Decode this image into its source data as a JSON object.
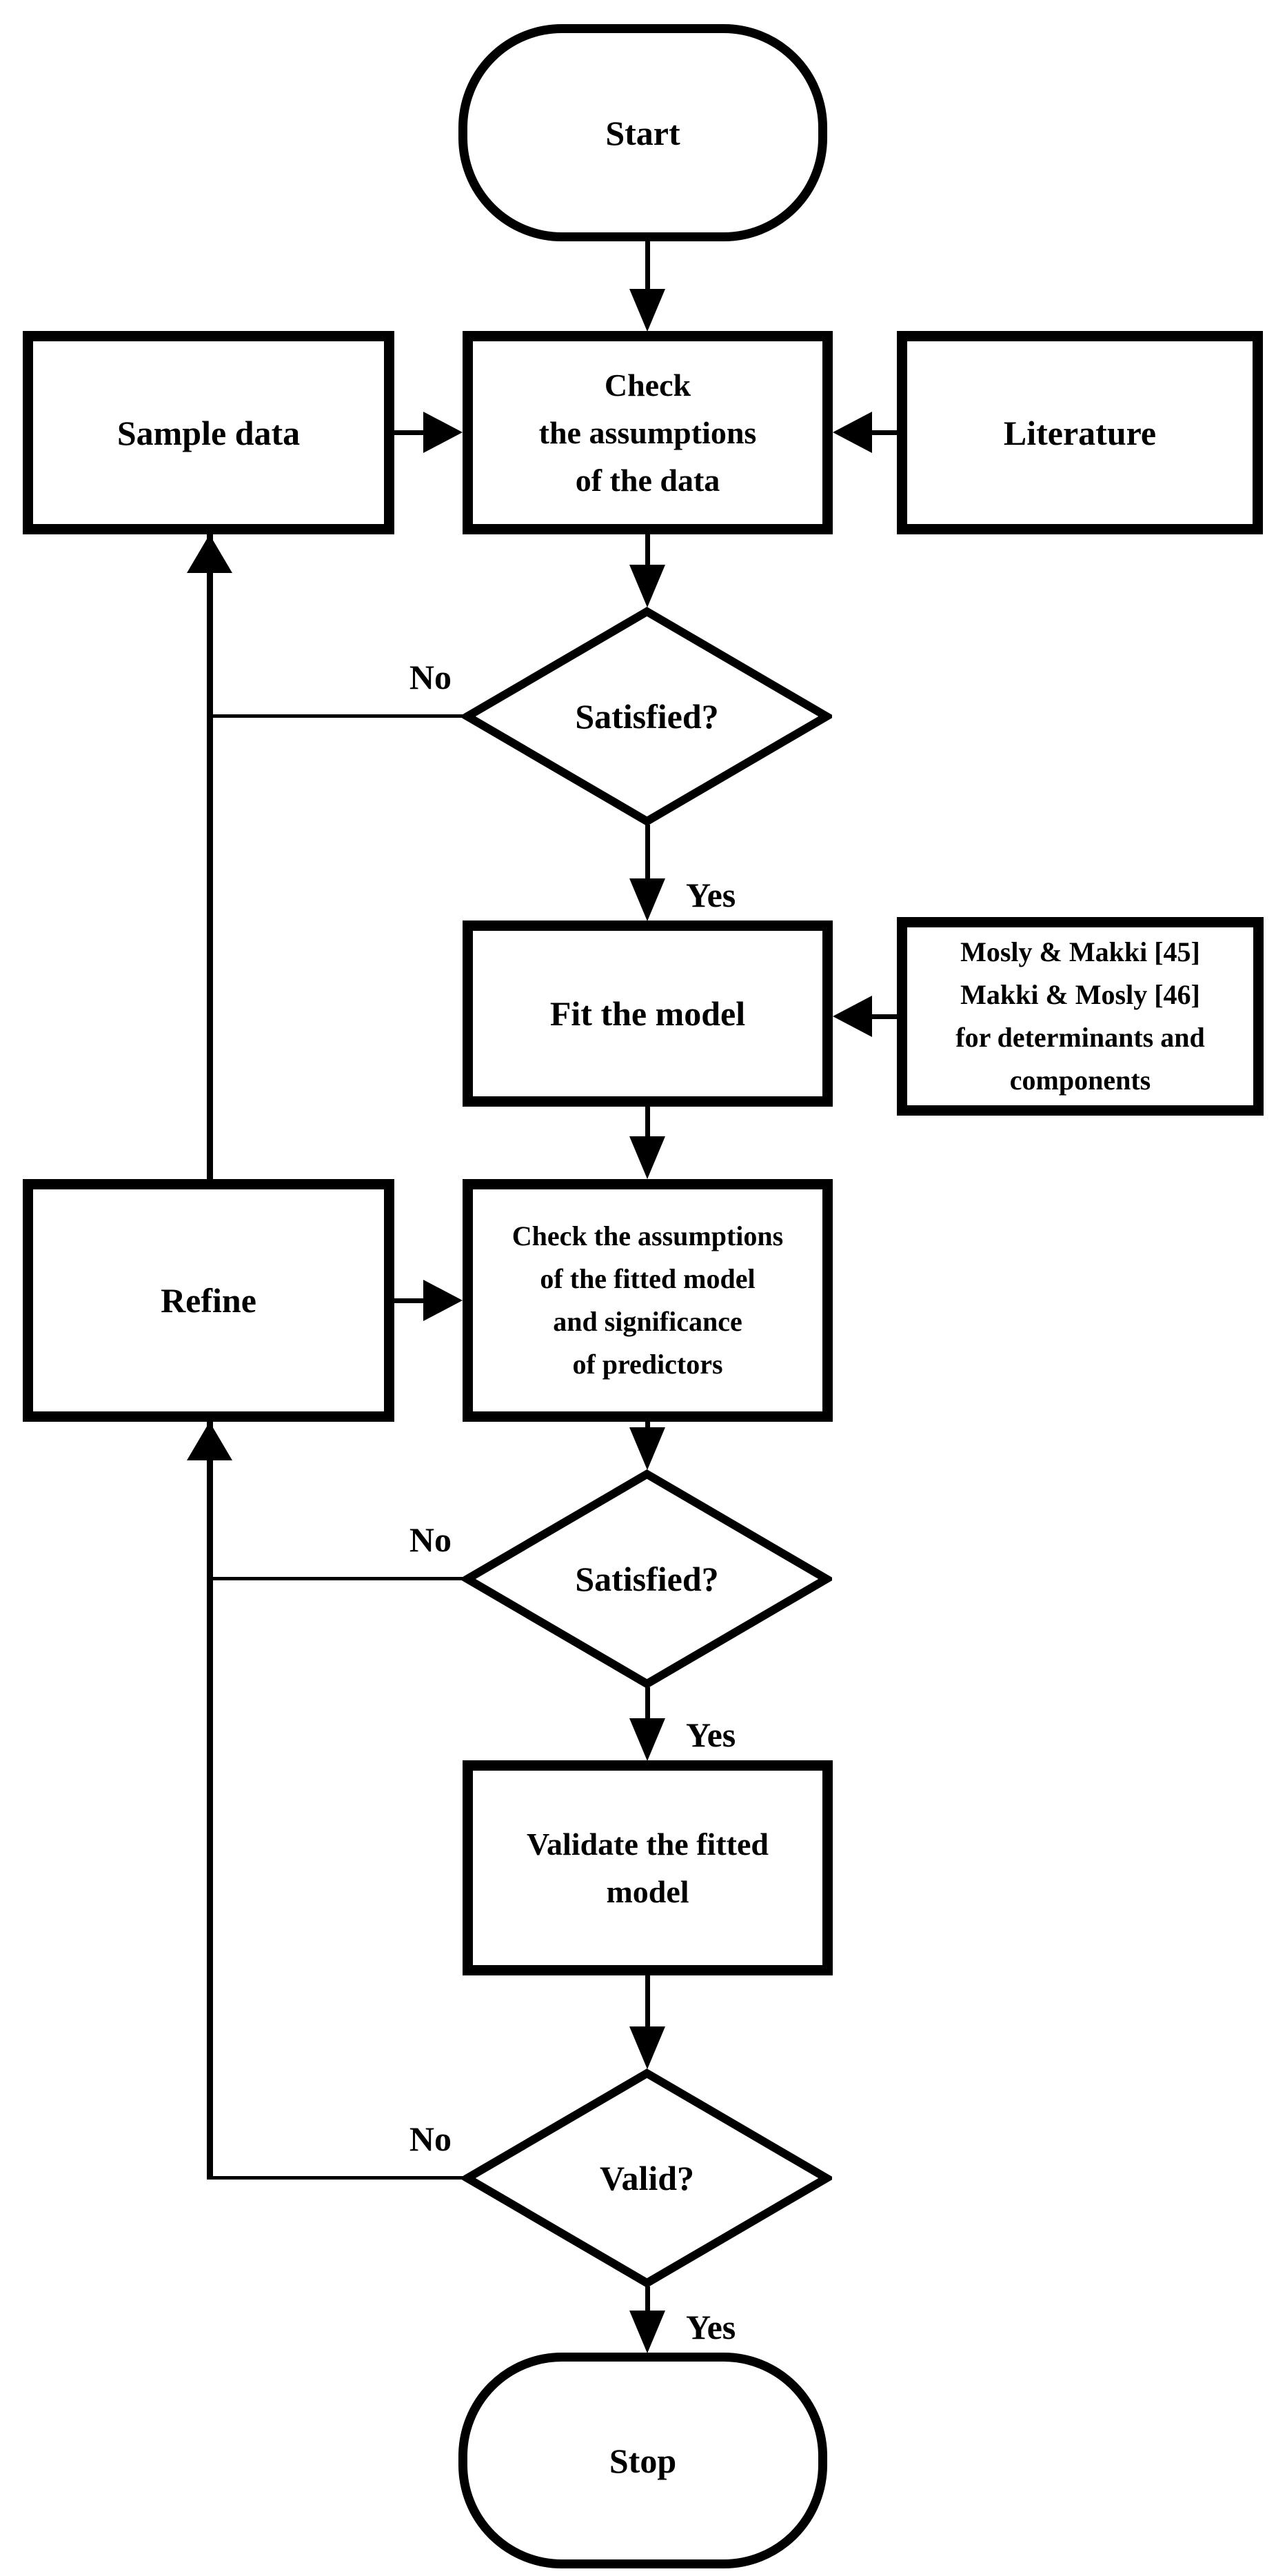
{
  "canvas": {
    "background": "#ffffff",
    "ink": "#000000",
    "type": "flowchart"
  },
  "flowchart": {
    "start": {
      "label": "Start"
    },
    "sample_data": {
      "label": "Sample data"
    },
    "check_data": {
      "lines": [
        "Check",
        "the assumptions",
        "of the data"
      ]
    },
    "literature": {
      "label": "Literature"
    },
    "decision_satisfied_1": {
      "label": "Satisfied?"
    },
    "fit_model": {
      "label": "Fit the model"
    },
    "references": {
      "lines": [
        "Mosly & Makki [45]",
        "Makki & Mosly [46]",
        "for determinants and",
        "components"
      ]
    },
    "refine": {
      "label": "Refine"
    },
    "check_fitted": {
      "lines": [
        "Check the assumptions",
        "of the fitted model",
        "and significance",
        "of predictors"
      ]
    },
    "decision_satisfied_2": {
      "label": "Satisfied?"
    },
    "validate": {
      "lines": [
        "Validate the fitted",
        "model"
      ]
    },
    "decision_valid": {
      "label": "Valid?"
    },
    "stop": {
      "label": "Stop"
    },
    "edge_labels": {
      "no": "No",
      "yes": "Yes"
    }
  }
}
